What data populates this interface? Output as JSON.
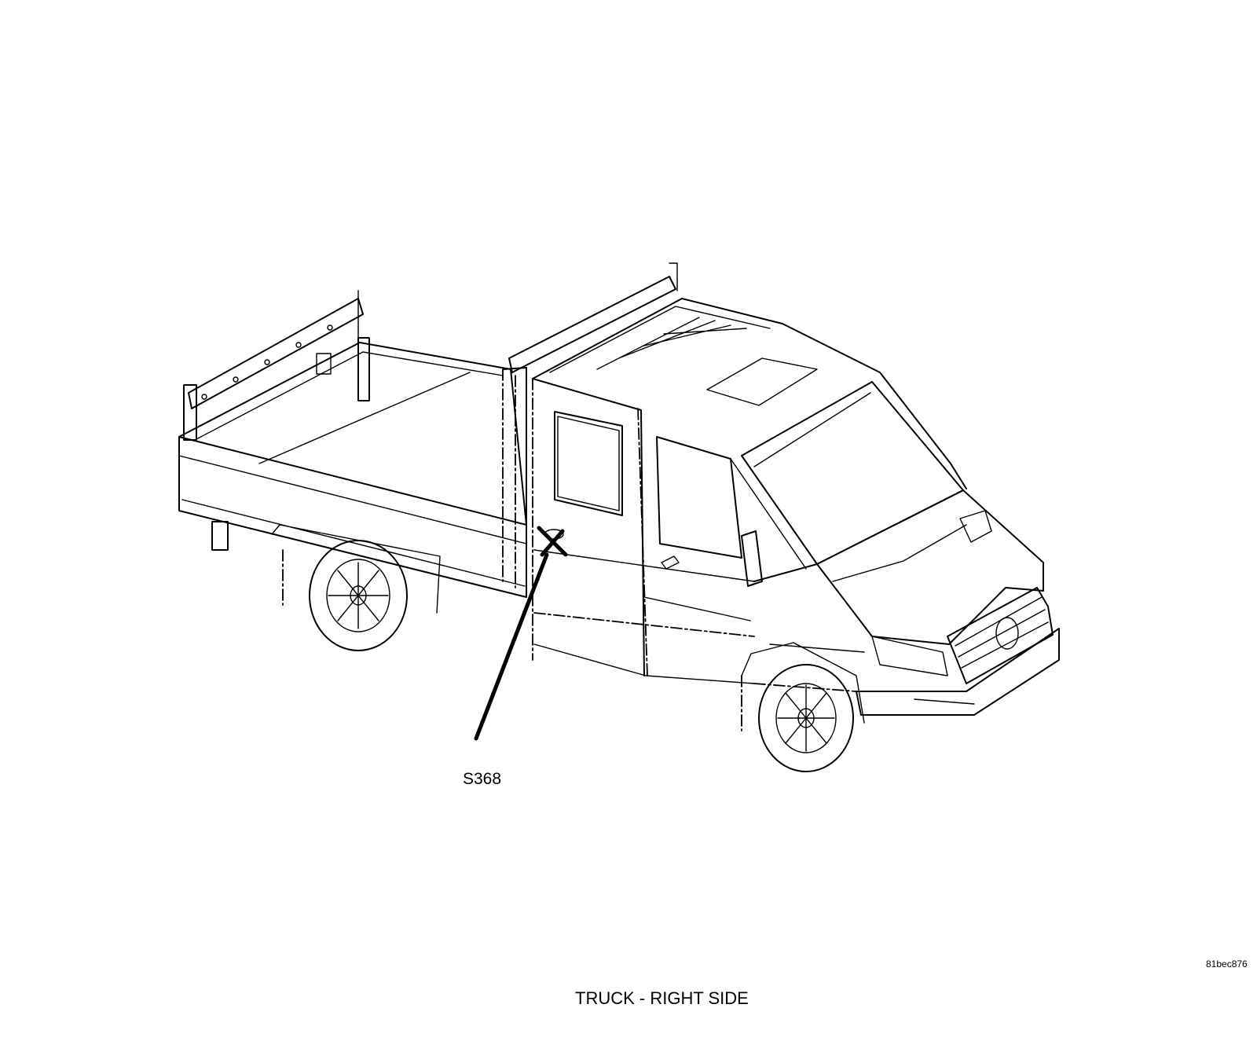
{
  "diagram": {
    "callout_label": "S368",
    "image_code": "81bec876",
    "caption": "TRUCK - RIGHT SIDE"
  },
  "colors": {
    "line": "#000000",
    "background": "#ffffff"
  }
}
